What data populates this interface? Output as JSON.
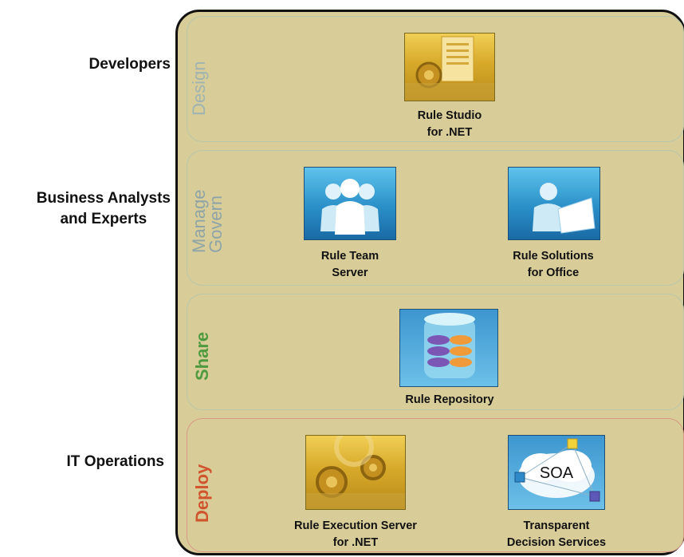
{
  "roles": {
    "developers": "Developers",
    "business_line1": "Business Analysts",
    "business_line2": "and Experts",
    "it_ops": "IT Operations"
  },
  "sections": {
    "design": "Design",
    "manage": "Manage",
    "govern": "Govern",
    "share": "Share",
    "deploy": "Deploy"
  },
  "products": {
    "rule_studio_line1": "Rule Studio",
    "rule_studio_line2": "for .NET",
    "rule_team_line1": "Rule Team",
    "rule_team_line2": "Server",
    "rule_solutions_line1": "Rule Solutions",
    "rule_solutions_line2": "for Office",
    "rule_repository": "Rule Repository",
    "rule_execution_line1": "Rule Execution Server",
    "rule_execution_line2": "for .NET",
    "transparent_line1": "Transparent",
    "transparent_line2": "Decision Services",
    "soa_label": "SOA"
  },
  "colors": {
    "panel": "#d8cd99",
    "design_label": "#9fb3b0",
    "manage_label": "#8fa4a6",
    "share_label": "#4f9a3f",
    "deploy_label": "#d0552f"
  }
}
